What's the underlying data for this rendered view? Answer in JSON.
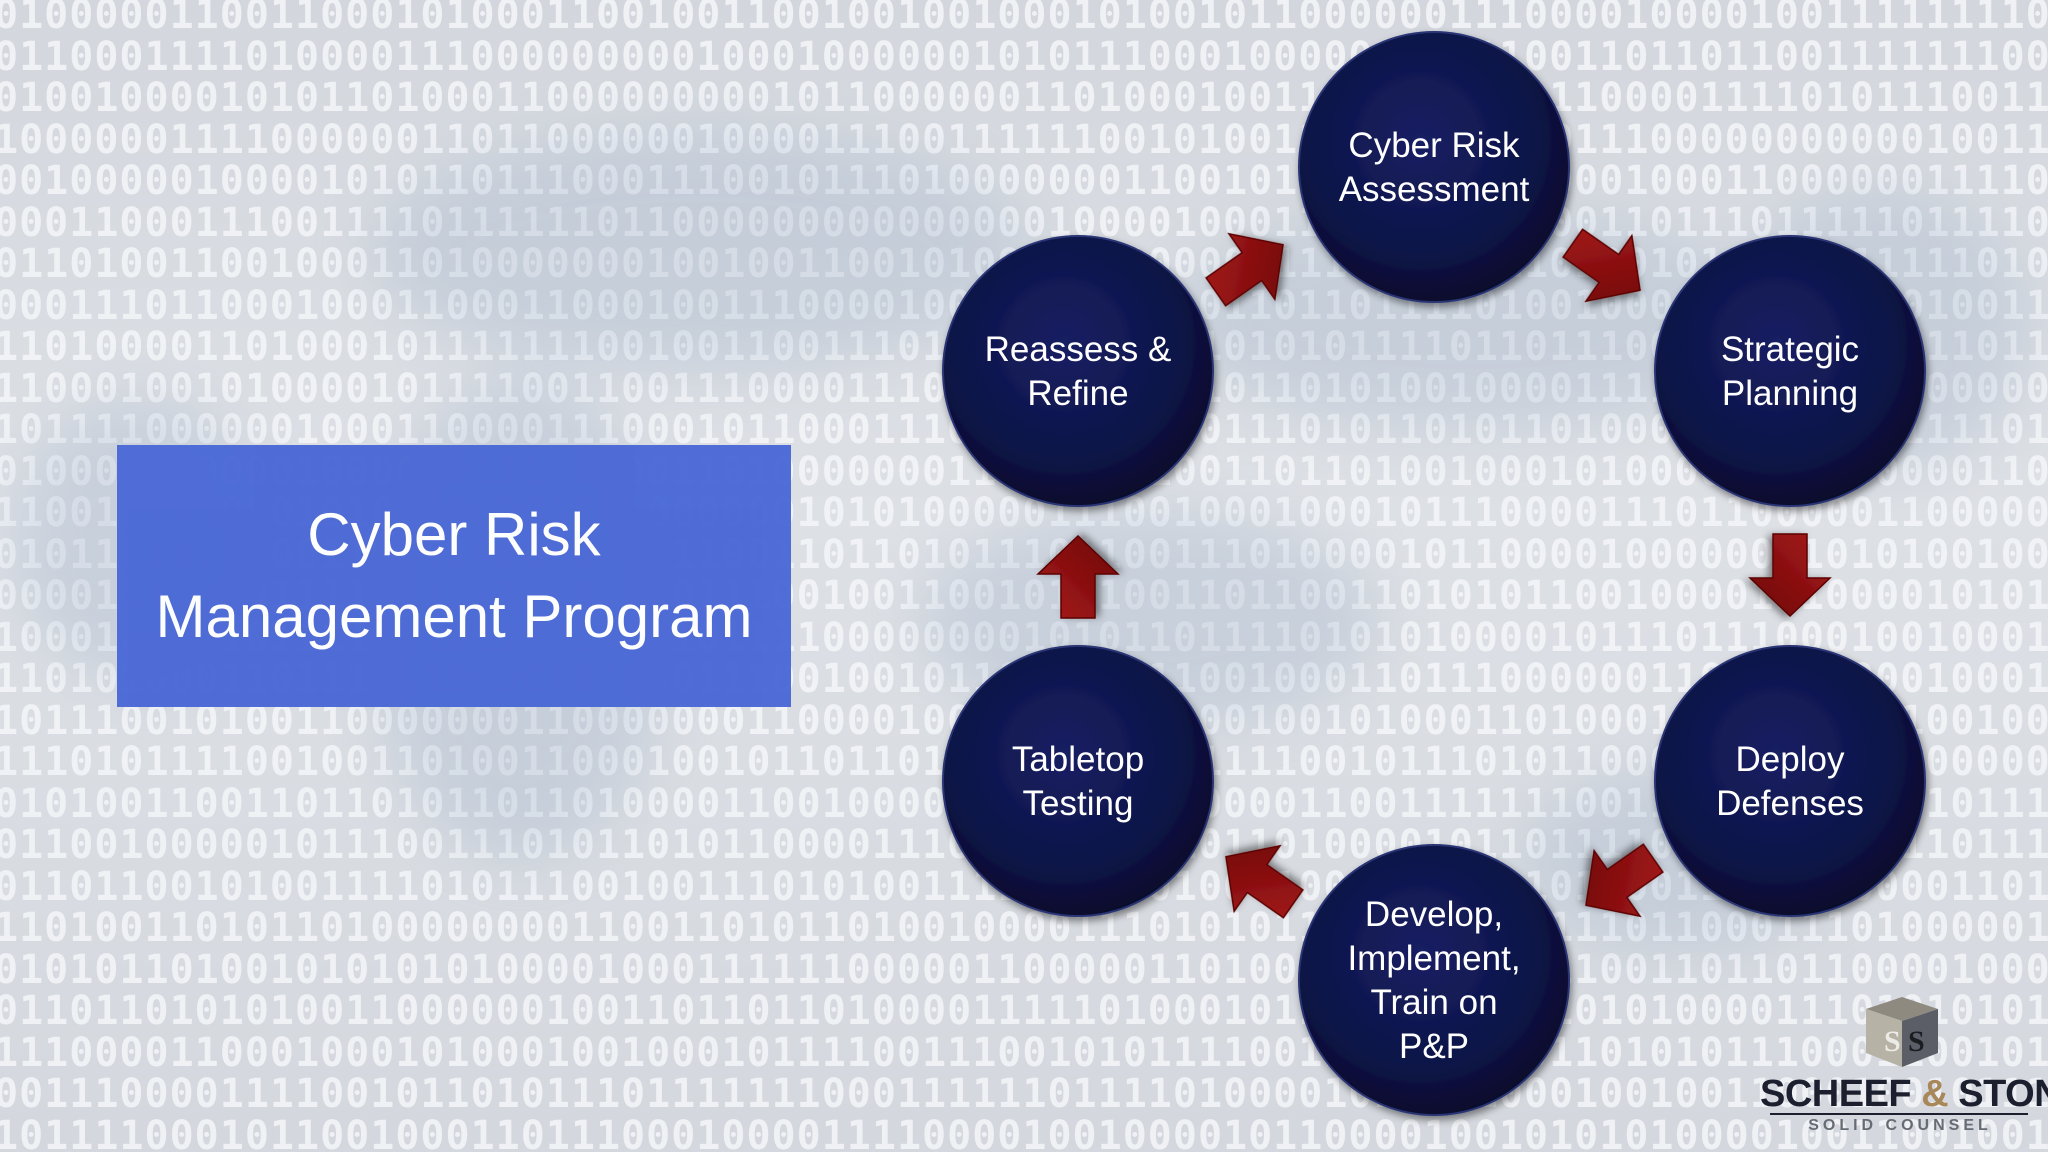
{
  "title": {
    "line1": "Cyber Risk",
    "line2": "Management Program"
  },
  "cycle": {
    "steps": [
      {
        "id": "assessment",
        "lines": [
          "Cyber Risk",
          "Assessment"
        ]
      },
      {
        "id": "planning",
        "lines": [
          "Strategic",
          "Planning"
        ]
      },
      {
        "id": "defenses",
        "lines": [
          "Deploy",
          "Defenses"
        ]
      },
      {
        "id": "develop",
        "lines": [
          "Develop,",
          "Implement,",
          "Train on",
          "P&P"
        ]
      },
      {
        "id": "tabletop",
        "lines": [
          "Tabletop",
          "Testing"
        ]
      },
      {
        "id": "reassess",
        "lines": [
          "Reassess &",
          "Refine"
        ]
      }
    ],
    "node_color": "#0d1446",
    "arrow_color": "#8b0d0d"
  },
  "logo": {
    "monogram": "SS",
    "name_part1": "SCHEEF",
    "name_amp": "&",
    "name_part2": "STONE",
    "tagline": "SOLID COUNSEL",
    "amp_color": "#a8875a"
  },
  "colors": {
    "title_box": "#4a68d6",
    "background": "#d9dde3",
    "binary_digits": "#f4f6f9"
  }
}
